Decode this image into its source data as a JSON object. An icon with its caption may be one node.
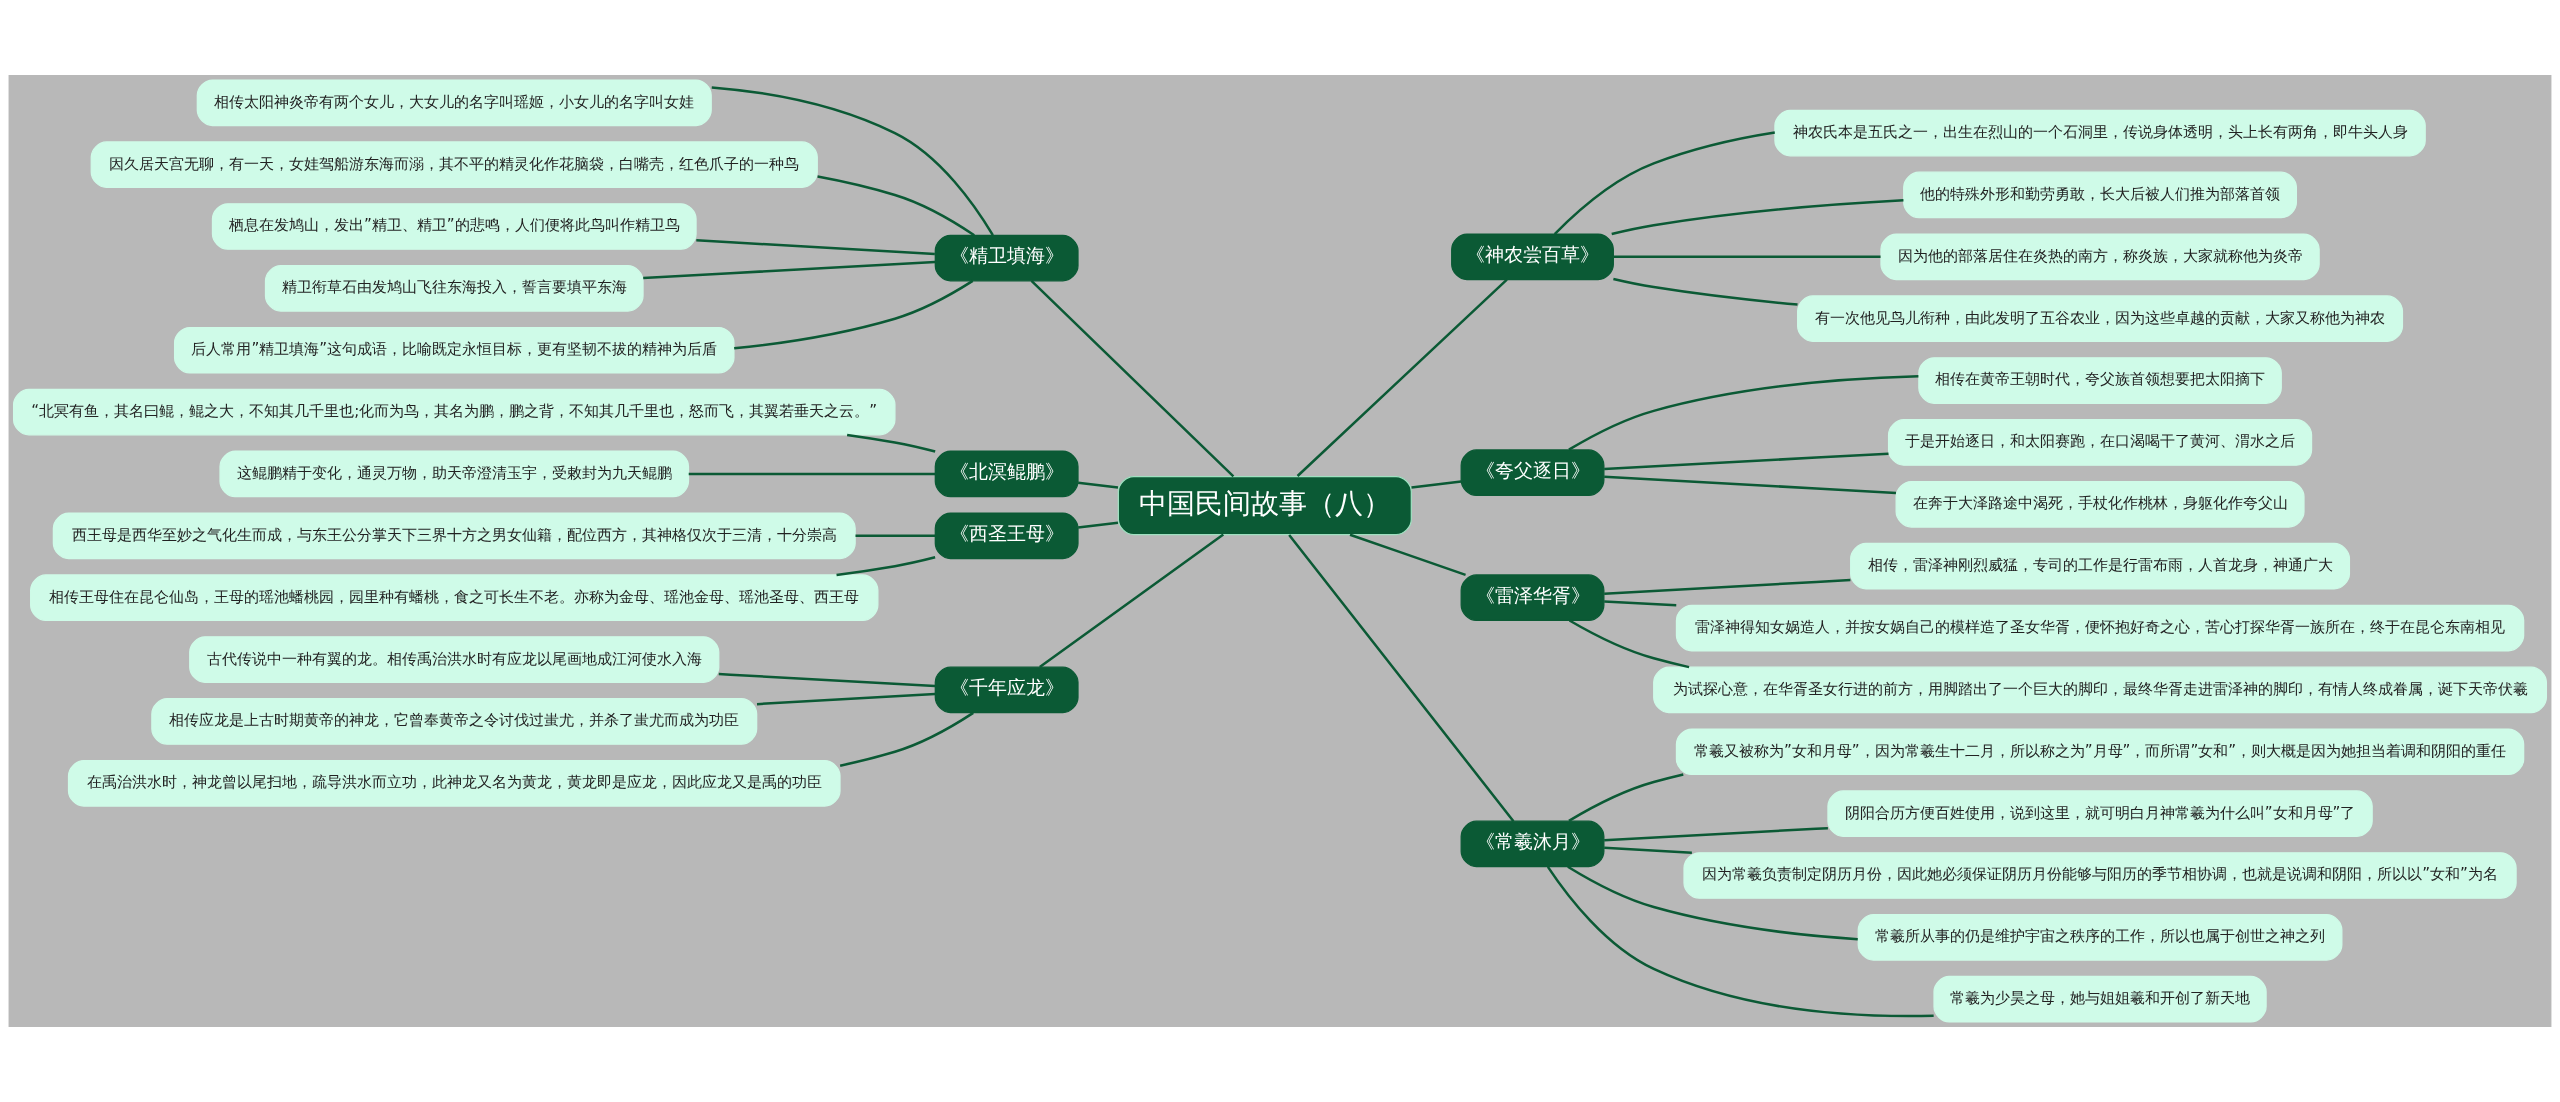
{
  "diagram": {
    "nodes": [
      {
        "text": [
          "中国民间故事（八）"
        ]
      },
      {
        "text": [
          "《精卫填海》"
        ]
      },
      {
        "text": [
          "相传太阳神炎帝有两个女儿，大女儿的名字叫瑶姬，小女儿的名字叫女娃"
        ]
      },
      {
        "text": [
          "因久居天宫无聊，有一天，女娃驾船游东海而溺，其不平的精灵化作花脑袋，白嘴壳，红色爪子的一种鸟"
        ]
      },
      {
        "text": [
          "栖息在发鸠山，发出”精卫、精卫”的悲鸣，人们便将此鸟叫作精卫鸟"
        ]
      },
      {
        "text": [
          "精卫衔草石由发鸠山飞往东海投入，誓言要填平东海"
        ]
      },
      {
        "text": [
          "后人常用”精卫填海”这句成语，比喻既定永恒目标，更有坚韧不拔的精神为后盾"
        ]
      },
      {
        "text": [
          "《北溟鲲鹏》"
        ]
      },
      {
        "text": [
          "“北冥有鱼，其名曰鲲，鲲之大，不知其几千里也;化而为鸟，其名为鹏，鹏之背，不知其几千里也，怒而飞，其翼若垂天之云。”"
        ]
      },
      {
        "text": [
          "这鲲鹏精于变化，通灵万物，助天帝澄清玉宇，受敕封为九天鲲鹏"
        ]
      },
      {
        "text": [
          "《西圣王母》"
        ]
      },
      {
        "text": [
          "西王母是西华至妙之气化生而成，与东王公分掌天下三界十方之男女仙籍，配位西方，其神格仅次于三清，十分崇高"
        ]
      },
      {
        "text": [
          "相传王母住在昆仑仙岛，王母的瑶池蟠桃园，园里种有蟠桃，食之可长生不老。亦称为金母、瑶池金母、瑶池圣母、西王母"
        ]
      },
      {
        "text": [
          "《千年应龙》"
        ]
      },
      {
        "text": [
          "古代传说中一种有翼的龙。相传禹治洪水时有应龙以尾画地成江河使水入海"
        ]
      },
      {
        "text": [
          "相传应龙是上古时期黄帝的神龙，它曾奉黄帝之令讨伐过蚩尤，并杀了蚩尤而成为功臣"
        ]
      },
      {
        "text": [
          "在禹治洪水时，神龙曾以尾扫地，疏导洪水而立功，此神龙又名为黄龙，黄龙即是应龙，因此应龙又是禹的功臣"
        ]
      },
      {
        "text": [
          "《神农尝百草》"
        ]
      },
      {
        "text": [
          "神农氏本是五氏之一，出生在烈山的一个石洞里，传说身体透明，头上长有两角，即牛头人身"
        ]
      },
      {
        "text": [
          "他的特殊外形和勤劳勇敢，长大后被人们推为部落首领"
        ]
      },
      {
        "text": [
          "因为他的部落居住在炎热的南方，称炎族，大家就称他为炎帝"
        ]
      },
      {
        "text": [
          "有一次他见鸟儿衔种，由此发明了五谷农业，因为这些卓越的贡献，大家又称他为神农"
        ]
      },
      {
        "text": [
          "《夸父逐日》"
        ]
      },
      {
        "text": [
          "相传在黄帝王朝时代，夸父族首领想要把太阳摘下"
        ]
      },
      {
        "text": [
          "于是开始逐日，和太阳赛跑，在口渴喝干了黄河、渭水之后"
        ]
      },
      {
        "text": [
          "在奔于大泽路途中渴死，手杖化作桃林，身躯化作夸父山"
        ]
      },
      {
        "text": [
          "《雷泽华胥》"
        ]
      },
      {
        "text": [
          "相传，雷泽神刚烈威猛，专司的工作是行雷布雨，人首龙身，神通广大"
        ]
      },
      {
        "text": [
          "雷泽神得知女娲造人，并按女娲自己的模样造了圣女华胥，便怀抱好奇之心，苦心打探华胥一族所在，终于在昆仑东南相见"
        ]
      },
      {
        "text": [
          "为试探心意，在华胥圣女行进的前方，用脚踏出了一个巨大的脚印，最终华胥走进雷泽神的脚印，有情人终成眷属，诞下天帝伏羲"
        ]
      },
      {
        "text": [
          "《常羲沐月》"
        ]
      },
      {
        "text": [
          "常羲又被称为”女和月母”，因为常羲生十二月，所以称之为”月母”，而所谓”女和”，则大概是因为她担当着调和阴阳的重任"
        ]
      },
      {
        "text": [
          "阴阳合历方便百姓使用，说到这里，就可明白月神常羲为什么叫”女和月母”了"
        ]
      },
      {
        "text": [
          "因为常羲负责制定阴历月份，因此她必须保证阴历月份能够与阳历的季节相协调，也就是说调和阴阳，所以以”女和”为名"
        ]
      },
      {
        "text": [
          "常羲所从事的仍是维护宇宙之秩序的工作，所以也属于创世之神之列"
        ]
      },
      {
        "text": [
          "常羲为少昊之母，她与姐姐羲和开创了新天地"
        ]
      }
    ],
    "edges": [
      {
        "from": 0,
        "to": 1,
        "arrow": "none"
      },
      {
        "from": 1,
        "to": 2,
        "arrow": "none"
      },
      {
        "from": 1,
        "to": 3,
        "arrow": "none"
      },
      {
        "from": 1,
        "to": 4,
        "arrow": "none"
      },
      {
        "from": 1,
        "to": 5,
        "arrow": "none"
      },
      {
        "from": 1,
        "to": 6,
        "arrow": "none"
      },
      {
        "from": 0,
        "to": 7,
        "arrow": "none"
      },
      {
        "from": 7,
        "to": 8,
        "arrow": "none"
      },
      {
        "from": 7,
        "to": 9,
        "arrow": "none"
      },
      {
        "from": 0,
        "to": 10,
        "arrow": "none"
      },
      {
        "from": 10,
        "to": 11,
        "arrow": "none"
      },
      {
        "from": 10,
        "to": 12,
        "arrow": "none"
      },
      {
        "from": 0,
        "to": 13,
        "arrow": "none"
      },
      {
        "from": 13,
        "to": 14,
        "arrow": "none"
      },
      {
        "from": 13,
        "to": 15,
        "arrow": "none"
      },
      {
        "from": 13,
        "to": 16,
        "arrow": "none"
      },
      {
        "from": 0,
        "to": 17,
        "arrow": "none"
      },
      {
        "from": 17,
        "to": 18,
        "arrow": "none"
      },
      {
        "from": 17,
        "to": 19,
        "arrow": "none"
      },
      {
        "from": 17,
        "to": 20,
        "arrow": "none"
      },
      {
        "from": 17,
        "to": 21,
        "arrow": "none"
      },
      {
        "from": 0,
        "to": 22,
        "arrow": "none"
      },
      {
        "from": 22,
        "to": 23,
        "arrow": "none"
      },
      {
        "from": 22,
        "to": 24,
        "arrow": "none"
      },
      {
        "from": 22,
        "to": 25,
        "arrow": "none"
      },
      {
        "from": 0,
        "to": 26,
        "arrow": "none"
      },
      {
        "from": 26,
        "to": 27,
        "arrow": "none"
      },
      {
        "from": 26,
        "to": 28,
        "arrow": "none"
      },
      {
        "from": 26,
        "to": 29,
        "arrow": "none"
      },
      {
        "from": 0,
        "to": 30,
        "arrow": "none"
      },
      {
        "from": 30,
        "to": 31,
        "arrow": "none"
      },
      {
        "from": 30,
        "to": 32,
        "arrow": "none"
      },
      {
        "from": 30,
        "to": 33,
        "arrow": "none"
      },
      {
        "from": 30,
        "to": 34,
        "arrow": "none"
      },
      {
        "from": 30,
        "to": 35,
        "arrow": "none"
      }
    ]
  }
}
